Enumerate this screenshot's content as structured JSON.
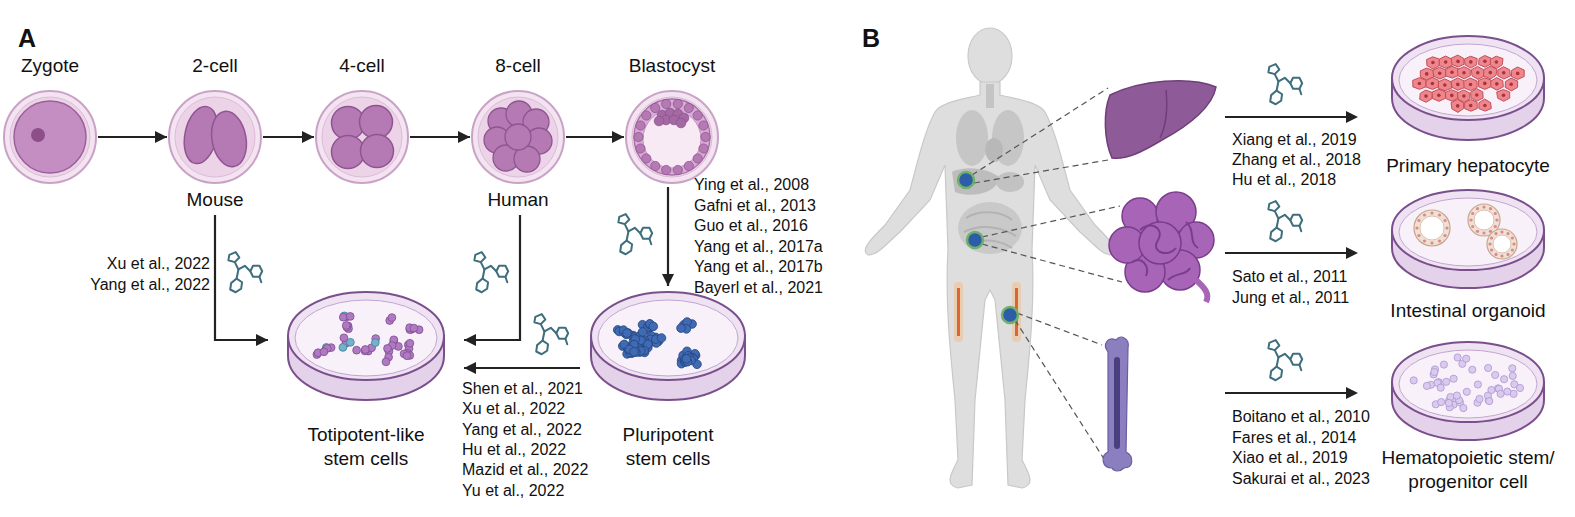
{
  "diagram": {
    "nodes": [
      {
        "text": [
          "Zygote"
        ]
      },
      {
        "text": [
          "2-cell",
          "Mouse"
        ]
      },
      {
        "text": [
          "4-cell"
        ]
      },
      {
        "text": [
          "8-cell",
          "Human"
        ]
      },
      {
        "text": [
          "Blastocyst"
        ]
      },
      {
        "text": [
          "Totipotent-like stem cells"
        ]
      },
      {
        "text": [
          "Pluripotent stem cells"
        ]
      },
      {
        "text": [
          "Primary hepatocyte"
        ]
      },
      {
        "text": [
          "Intestinal organoid"
        ]
      },
      {
        "text": [
          "Hematopoietic stem/ progenitor cell"
        ]
      }
    ],
    "edges": [
      {
        "from": 0,
        "to": 1,
        "arrow": "to"
      },
      {
        "from": 1,
        "to": 2,
        "arrow": "to"
      },
      {
        "from": 2,
        "to": 3,
        "arrow": "to"
      },
      {
        "from": 3,
        "to": 4,
        "arrow": "to"
      },
      {
        "from": 1,
        "to": 5,
        "arrow": "to"
      },
      {
        "from": 3,
        "to": 5,
        "arrow": "to"
      },
      {
        "from": 4,
        "to": 6,
        "arrow": "to"
      },
      {
        "from": 6,
        "to": 5,
        "arrow": "to"
      }
    ],
    "labels": [
      "A",
      "Xu et al., 2022",
      "Yang et al., 2022",
      "Ying et al., 2008",
      "Gafni et al., 2013",
      "Guo et al., 2016",
      "Yang et al., 2017a",
      "Yang et al., 2017b",
      "Bayerl et al., 2021",
      "Shen et al., 2021",
      "Xu et al., 2022",
      "Yang et al., 2022",
      "Hu et al., 2022",
      "Mazid et al., 2022",
      "Yu et al., 2022",
      "B",
      "Xiang et al., 2019",
      "Zhang et al., 2018",
      "Hu et al., 2018",
      "Sato et al., 2011",
      "Jung et al., 2011",
      "Boitano et al., 2010",
      "Fares et al., 2014",
      "Xiao et al., 2019",
      "Sakurai et al., 2023"
    ]
  }
}
